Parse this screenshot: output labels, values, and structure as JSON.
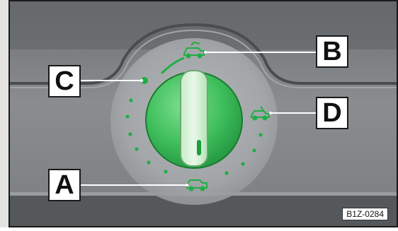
{
  "callouts": {
    "a": "A",
    "b": "B",
    "c": "C",
    "d": "D"
  },
  "reference_code": "B1Z-0284",
  "icons": {
    "a": "car-icon",
    "b": "car-headlight-raised-icon",
    "d": "car-headlight-lowered-icon"
  },
  "colors": {
    "knob_green": "#2fb24f",
    "marker_green": "#1fae45",
    "panel_gray": "#7f8285",
    "border": "#1a1a1a"
  }
}
